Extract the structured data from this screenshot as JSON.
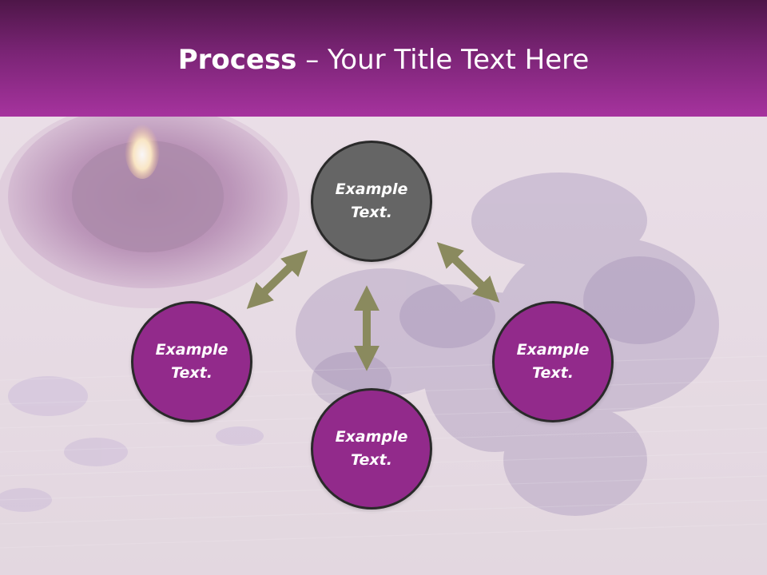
{
  "header": {
    "title_bold": "Process",
    "title_rest": " – Your Title Text Here"
  },
  "circles": [
    {
      "text": "Example Text."
    },
    {
      "text": "Example Text."
    },
    {
      "text": "Example Text."
    },
    {
      "text": "Example Text."
    }
  ],
  "colors": {
    "header_dark": "#4e1648",
    "header_light": "#a6339e",
    "circle_gray": "#656565",
    "circle_purple": "#922a8b",
    "arrow": "#8a8a5e"
  }
}
